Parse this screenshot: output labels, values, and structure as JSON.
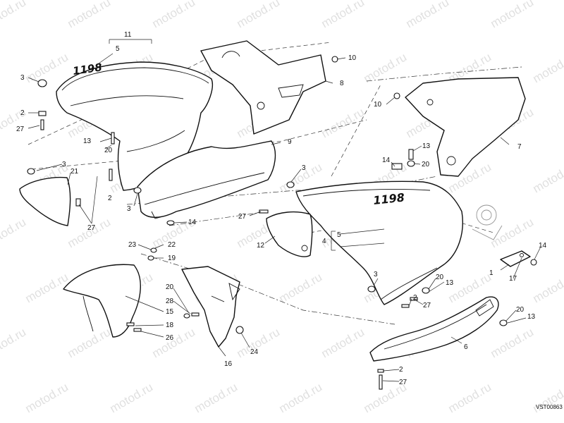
{
  "watermark": "motod.ru",
  "drawing_code": "VST00863",
  "model_badges": {
    "tail": "1198",
    "side": "1198"
  },
  "callouts": {
    "c1": "1",
    "c2": "2",
    "c3": "3",
    "c4": "4",
    "c5": "5",
    "c6": "6",
    "c7": "7",
    "c8": "8",
    "c9": "9",
    "c10": "10",
    "c11": "11",
    "c12": "12",
    "c13": "13",
    "c14": "14",
    "c15": "15",
    "c16": "16",
    "c17": "17",
    "c18": "18",
    "c19": "19",
    "c20": "20",
    "c21": "21",
    "c22": "22",
    "c23": "23",
    "c24": "24",
    "c26": "26",
    "c27": "27",
    "c28": "28"
  }
}
